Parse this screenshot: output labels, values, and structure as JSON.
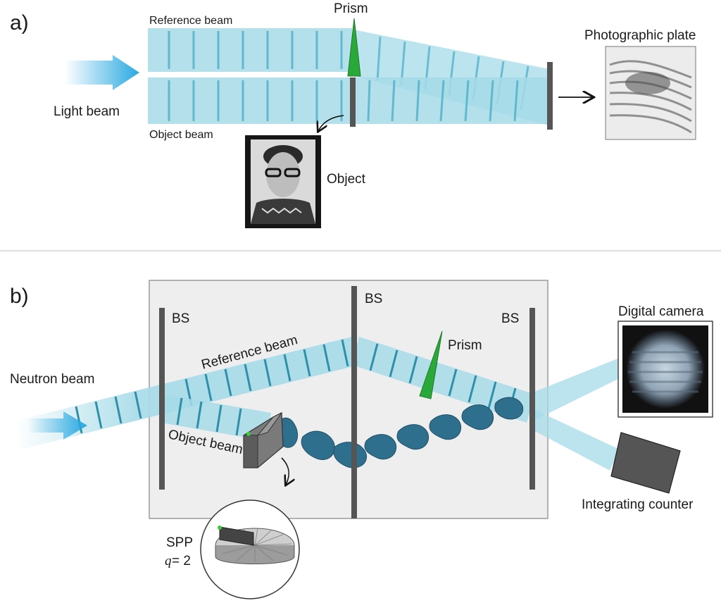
{
  "panel_a": {
    "label": "a)",
    "reference_beam": "Reference beam",
    "object_beam": "Object beam",
    "light_beam": "Light beam",
    "prism": "Prism",
    "photographic_plate": "Photographic plate",
    "object": "Object"
  },
  "panel_b": {
    "label": "b)",
    "neutron_beam": "Neutron beam",
    "reference_beam": "Reference beam",
    "object_beam": "Object beam",
    "prism": "Prism",
    "beam_splitter_1": "BS",
    "beam_splitter_2": "BS",
    "beam_splitter_3": "BS",
    "digital_camera": "Digital camera",
    "integrating_counter": "Integrating counter",
    "spp": "SPP",
    "q_symbol": "q",
    "q_value": " = 2"
  },
  "colors": {
    "beam_fill": "#a6dbe8",
    "beam_stripe": "#3a9ab5",
    "arrow_blue": "#29a9e1",
    "prism_green": "#2aa83a",
    "splitter_gray": "#555555",
    "helix_blue": "#2e6f8e",
    "box_bg": "#eeeeee"
  }
}
